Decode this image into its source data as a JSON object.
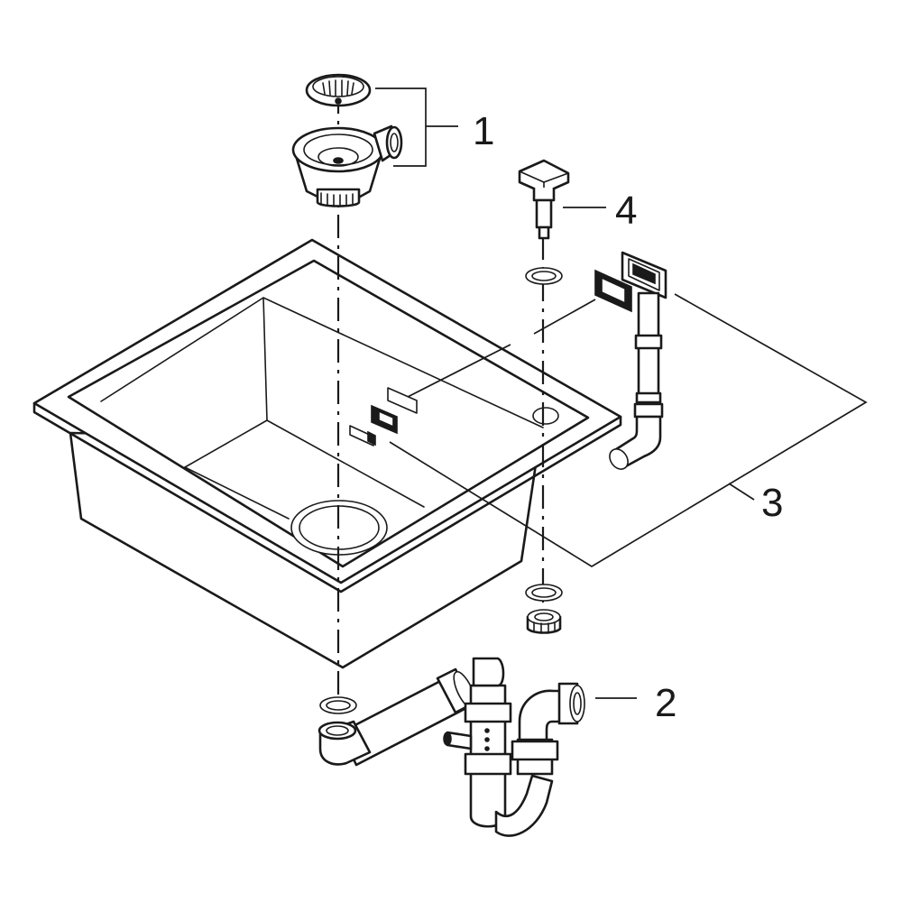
{
  "callouts": [
    {
      "id": "1",
      "label": "1",
      "part": "strainer-waste"
    },
    {
      "id": "2",
      "label": "2",
      "part": "siphon-trap"
    },
    {
      "id": "3",
      "label": "3",
      "part": "overflow-set"
    },
    {
      "id": "4",
      "label": "4",
      "part": "waste-plug-button"
    }
  ],
  "colors": {
    "line": "#1a1a1a",
    "background": "#ffffff"
  }
}
